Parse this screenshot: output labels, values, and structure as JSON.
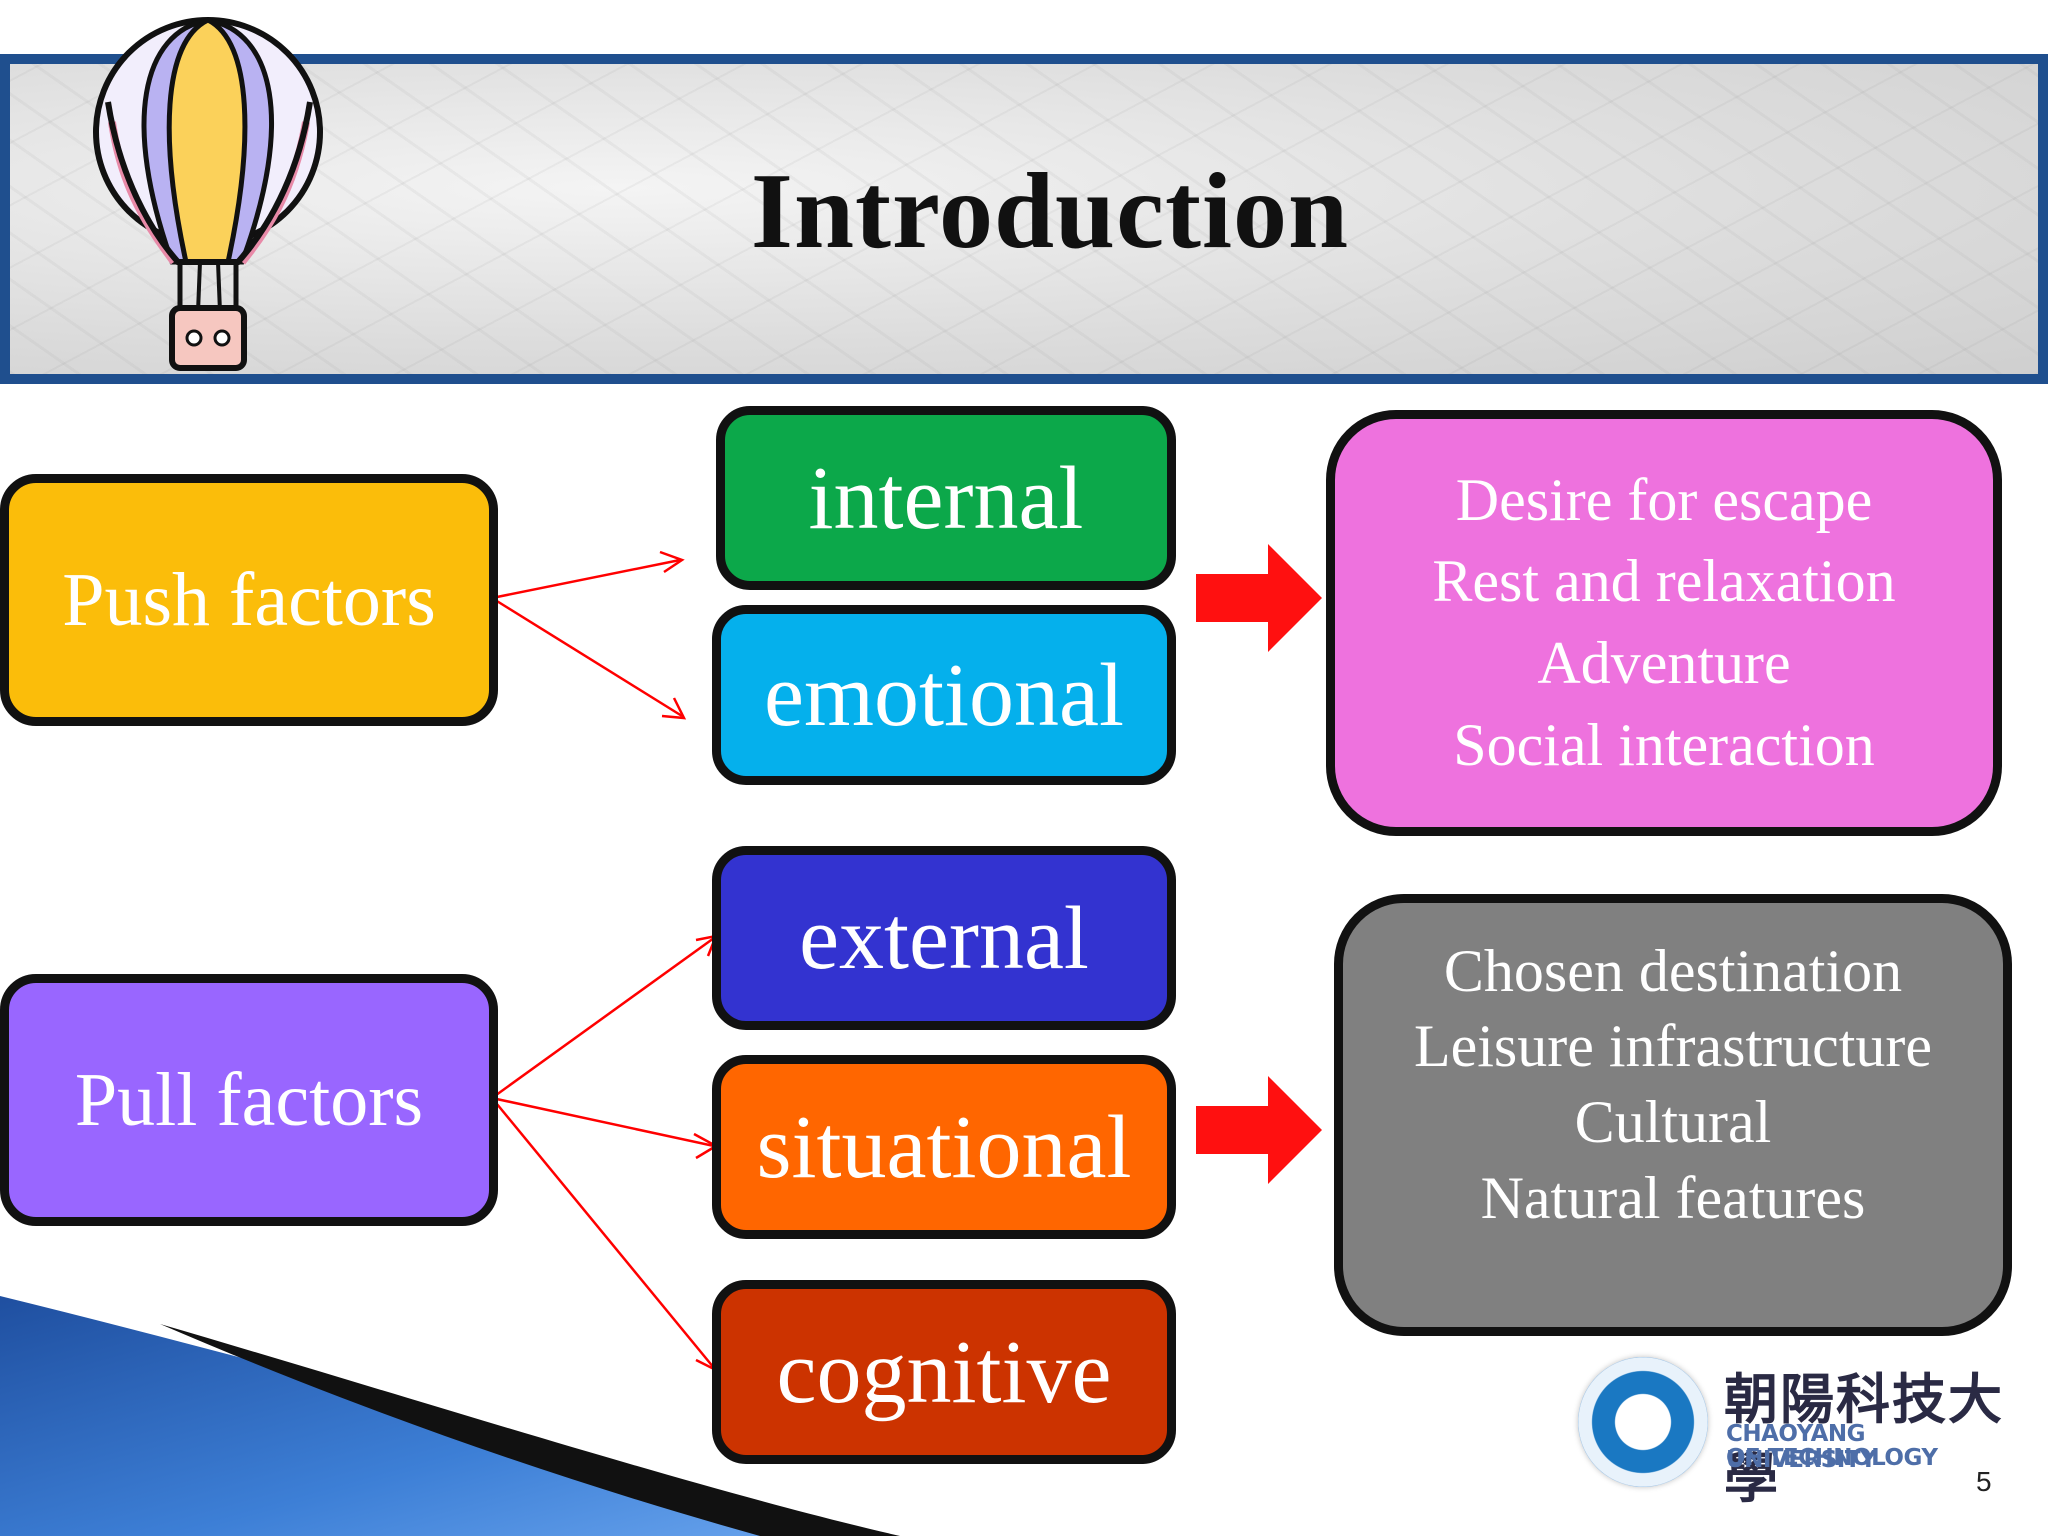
{
  "slide": {
    "title": "Introduction",
    "page_number": "5"
  },
  "diagram": {
    "push_factors": "Push factors",
    "pull_factors": "Pull factors",
    "internal": "internal",
    "emotional": "emotional",
    "external": "external",
    "situational": "situational",
    "cognitive": "cognitive",
    "push_motives": [
      "Desire for escape",
      "Rest and relaxation",
      "Adventure",
      "Social interaction"
    ],
    "pull_attributes": [
      "Chosen destination",
      "Leisure infrastructure",
      "Cultural",
      "Natural features"
    ]
  },
  "logo": {
    "name_cn": "朝陽科技大學",
    "name_en_line1": "CHAOYANG UNIVERSITY",
    "name_en_line2": "OF TECHNOLOGY"
  },
  "colors": {
    "push": "#fbbd0a",
    "pull": "#9966ff",
    "internal": "#0ca84a",
    "emotional": "#05b0ec",
    "external": "#3333d0",
    "situational": "#ff6600",
    "cognitive": "#cc3300",
    "push_motives": "#ee72de",
    "pull_attributes": "#808080",
    "header_border": "#1f4f8e",
    "arrow": "#ff0000"
  }
}
